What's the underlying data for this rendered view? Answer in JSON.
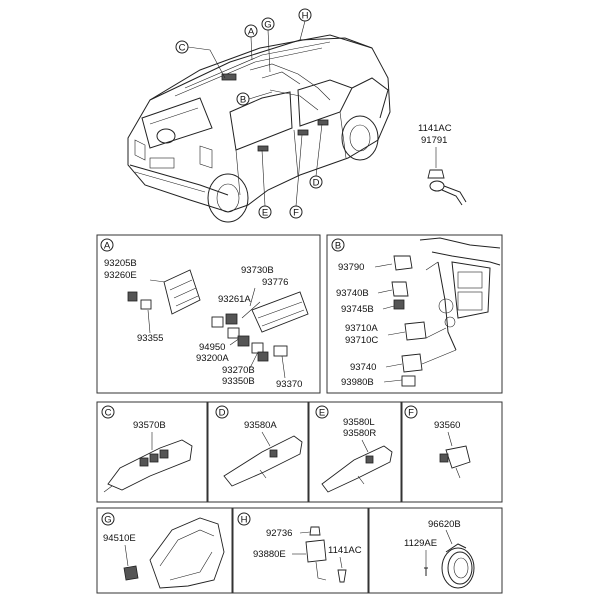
{
  "overview": {
    "callouts": {
      "A": "A",
      "B": "B",
      "C": "C",
      "D": "D",
      "E": "E",
      "F": "F",
      "G": "G",
      "H": "H"
    },
    "bolt_parts": [
      "1141AC",
      "91791"
    ]
  },
  "panels": {
    "A": {
      "letter": "A",
      "labels": [
        "93205B",
        "93260E",
        "93355",
        "93730B",
        "93776",
        "93261A",
        "94950",
        "93200A",
        "93270B",
        "93350B",
        "93370"
      ]
    },
    "B": {
      "letter": "B",
      "labels": [
        "93790",
        "93740B",
        "93745B",
        "93710A",
        "93710C",
        "93740",
        "93980B"
      ]
    },
    "C": {
      "letter": "C",
      "labels": [
        "93570B"
      ]
    },
    "D": {
      "letter": "D",
      "labels": [
        "93580A"
      ]
    },
    "E": {
      "letter": "E",
      "labels": [
        "93580L",
        "93580R"
      ]
    },
    "F": {
      "letter": "F",
      "labels": [
        "93560"
      ]
    },
    "G": {
      "letter": "G",
      "labels": [
        "94510E"
      ]
    },
    "H": {
      "letter": "H",
      "labels": [
        "92736",
        "93880E",
        "1141AC"
      ]
    },
    "I": {
      "labels": [
        "96620B",
        "1129AE"
      ]
    }
  }
}
